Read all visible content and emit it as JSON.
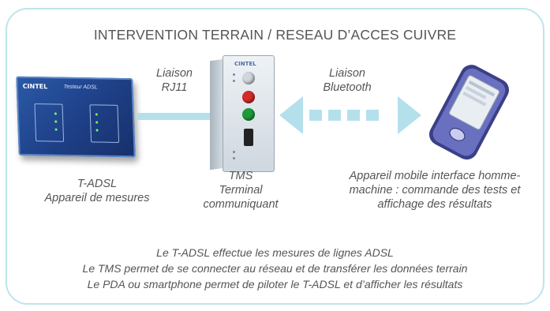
{
  "title": "INTERVENTION TERRAIN / RESEAU D’ACCES CUIVRE",
  "links": {
    "rj11": {
      "line1": "Liaison",
      "line2": "RJ11"
    },
    "bluetooth": {
      "line1": "Liaison",
      "line2": "Bluetooth"
    }
  },
  "devices": {
    "tadsl": {
      "brand": "CINTEL",
      "model": "Testeur ADSL",
      "caption_line1": "T-ADSL",
      "caption_line2": "Appareil de mesures"
    },
    "tms": {
      "brand": "CINTEL",
      "caption_line1": "TMS",
      "caption_line2": "Terminal",
      "caption_line3": "communiquant"
    },
    "mobile": {
      "caption_line1": "Appareil mobile interface homme-",
      "caption_line2": "machine : commande des tests et",
      "caption_line3": "affichage des résultats"
    }
  },
  "notes": [
    "Le T-ADSL effectue les mesures de lignes ADSL",
    "Le TMS  permet de se connecter au réseau  et de transférer les données terrain",
    "Le PDA ou smartphone permet de piloter le T-ADSL et d’afficher les résultats"
  ],
  "colors": {
    "frame": "#bfe4ee",
    "connector": "#b4e0ec",
    "text": "#555555"
  }
}
